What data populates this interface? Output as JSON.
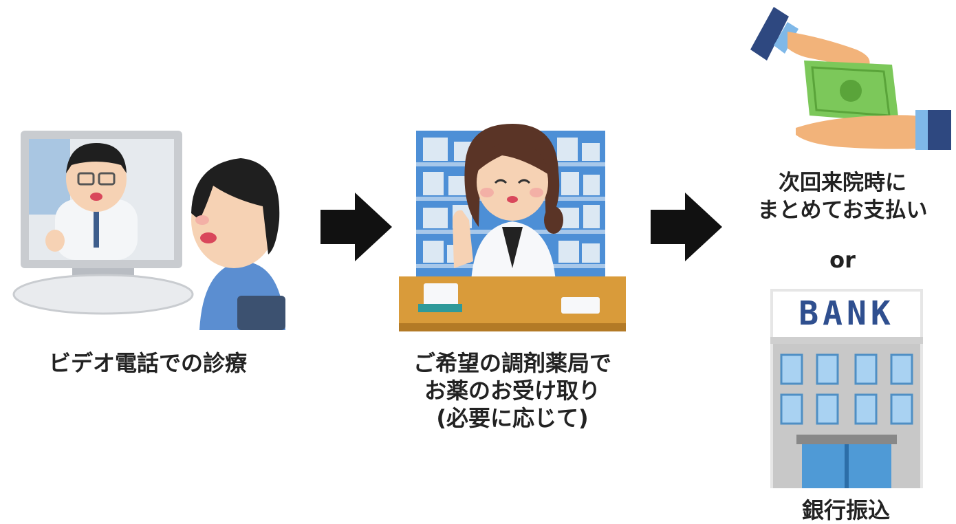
{
  "steps": [
    {
      "caption_lines": [
        "ビデオ電話での診療"
      ],
      "icon": "video-consultation-illustration"
    },
    {
      "caption_lines": [
        "ご希望の調剤薬局で",
        "お薬のお受け取り",
        "(必要に応じて)"
      ],
      "icon": "pharmacist-illustration"
    }
  ],
  "arrows": [
    {
      "icon": "right-arrow-icon"
    },
    {
      "icon": "right-arrow-icon"
    }
  ],
  "payment": {
    "option1_lines": [
      "次回来院時に",
      "まとめてお支払い"
    ],
    "separator": "or",
    "bank_sign": "BANK",
    "option2_label": "銀行振込"
  },
  "colors": {
    "arrow": "#111111",
    "text": "#222222",
    "bank_sign": "#2f4f8f"
  }
}
